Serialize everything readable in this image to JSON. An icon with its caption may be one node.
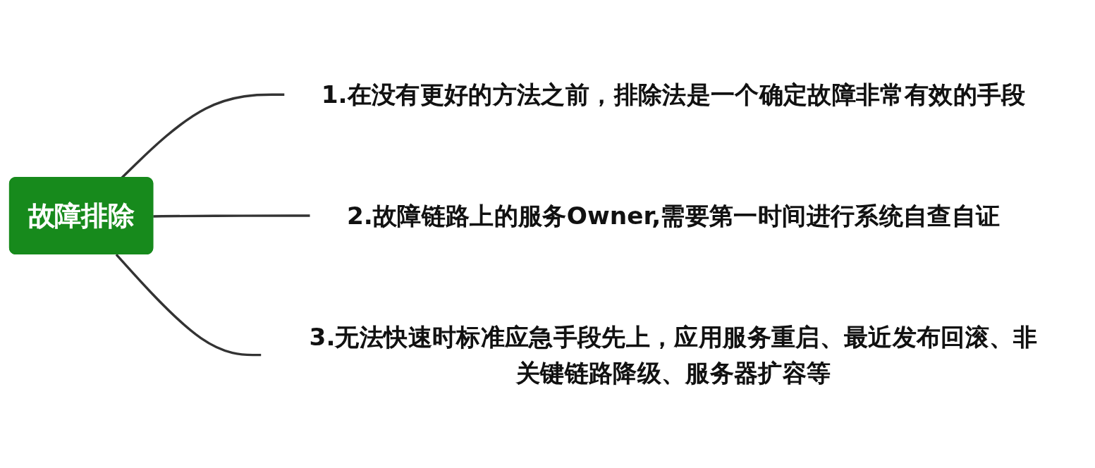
{
  "diagram": {
    "nodes": [
      {
        "text": [
          "故障排除"
        ]
      },
      {
        "text": [
          "1.在没有更好的方法之前，排除法是一个确定故障非常有效的手段"
        ]
      },
      {
        "text": [
          "2.故障链路上的服务Owner,需要第一时间进行系统自查自证"
        ]
      },
      {
        "text": [
          "3.无法快速时标准应急手段先上，应用服务重启、最近发布回滚、非关键链路降级、服务器扩容等"
        ]
      }
    ],
    "edges": [
      {
        "from": 0,
        "to": 1,
        "arrow": "none"
      },
      {
        "from": 0,
        "to": 2,
        "arrow": "none"
      },
      {
        "from": 0,
        "to": 3,
        "arrow": "none"
      }
    ]
  }
}
